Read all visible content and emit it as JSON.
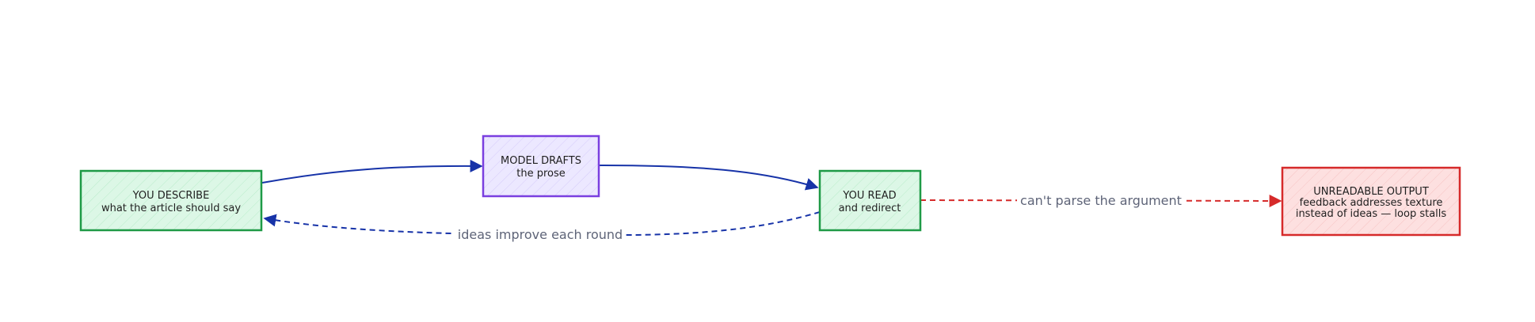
{
  "nodes": {
    "describe": {
      "line1": "YOU DESCRIBE",
      "line2": "what the article should say",
      "fill": "#dcf7e6",
      "stroke": "#1e9a46"
    },
    "drafts": {
      "line1": "MODEL DRAFTS",
      "line2": "the prose",
      "fill": "#ece8ff",
      "stroke": "#7a3fe0"
    },
    "read": {
      "line1": "YOU READ",
      "line2": "and redirect",
      "fill": "#dcf7e6",
      "stroke": "#1e9a46"
    },
    "unreadable": {
      "line1": "UNREADABLE OUTPUT",
      "line2": "feedback addresses texture",
      "line3": "instead of ideas — loop stalls",
      "fill": "#fde0e0",
      "stroke": "#d62a2a"
    }
  },
  "edges": {
    "loop_back_label": "ideas improve each round",
    "fail_label": "can't parse the argument"
  },
  "colors": {
    "flow": "#1733a8",
    "fail": "#d62a2a",
    "label_text": "#5e6478"
  }
}
